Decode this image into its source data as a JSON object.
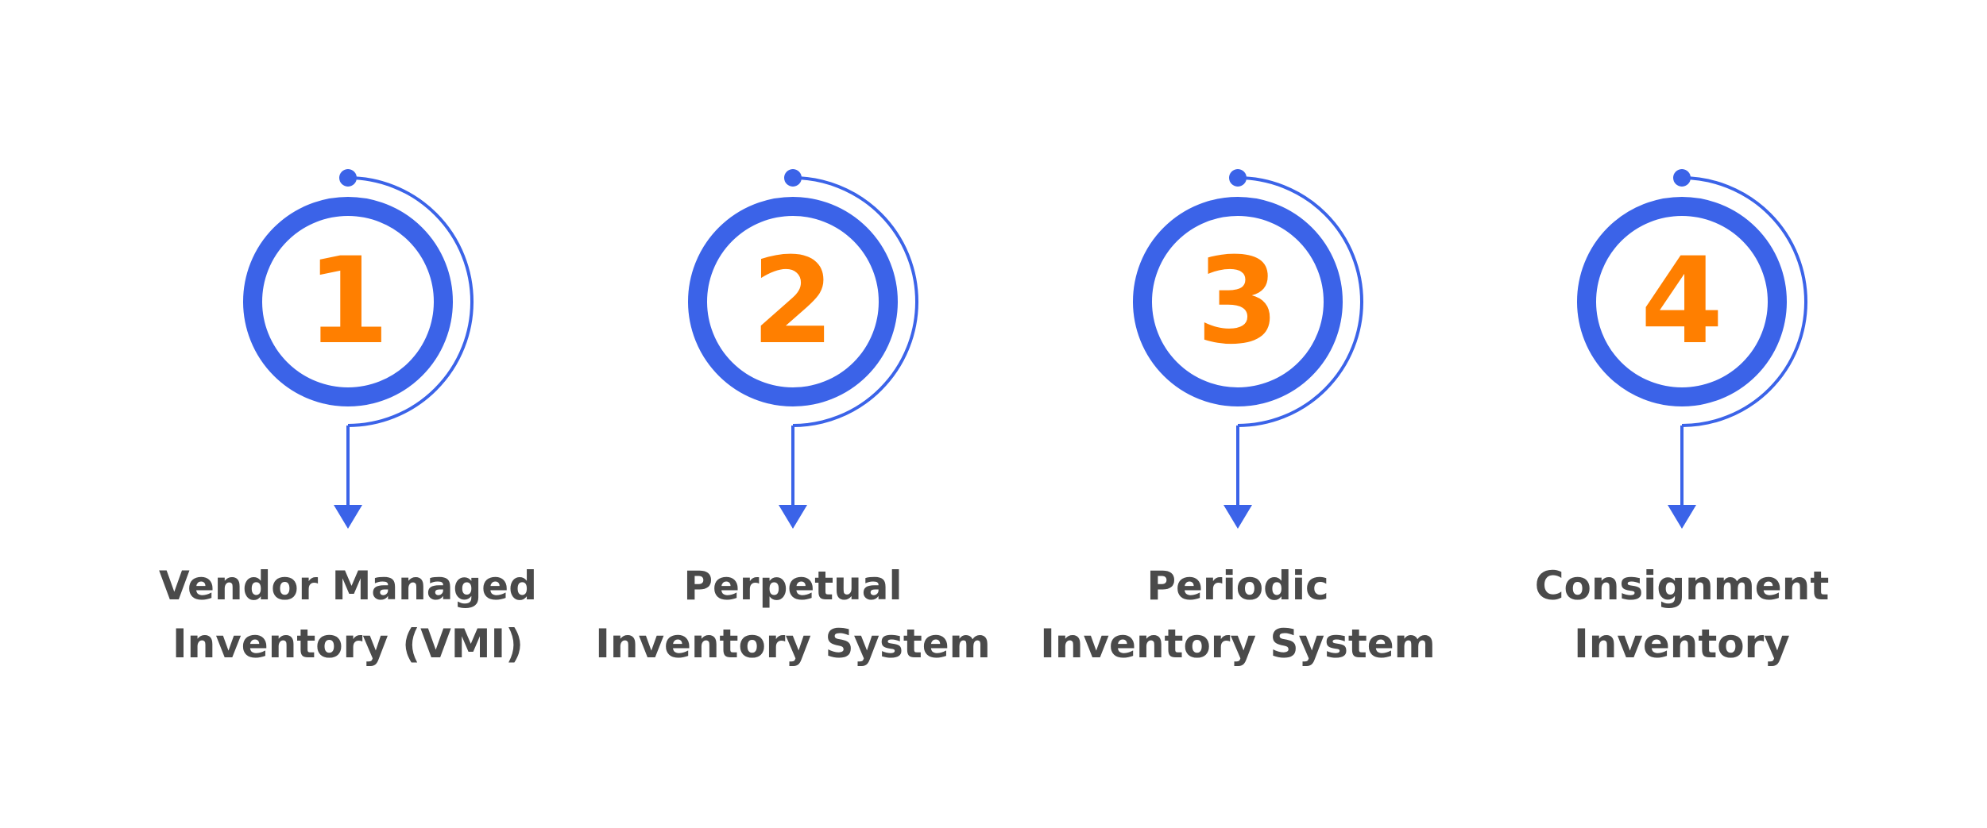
{
  "colors": {
    "ring": "#3b63e8",
    "number": "#ff7f00",
    "label": "#4a4a4a",
    "background": "#ffffff"
  },
  "steps": [
    {
      "number": "1",
      "label_lines": [
        "Vendor Managed",
        "Inventory (VMI)"
      ]
    },
    {
      "number": "2",
      "label_lines": [
        "Perpetual",
        "Inventory System"
      ]
    },
    {
      "number": "3",
      "label_lines": [
        "Periodic",
        "Inventory System"
      ]
    },
    {
      "number": "4",
      "label_lines": [
        "Consignment",
        "Inventory"
      ]
    }
  ]
}
